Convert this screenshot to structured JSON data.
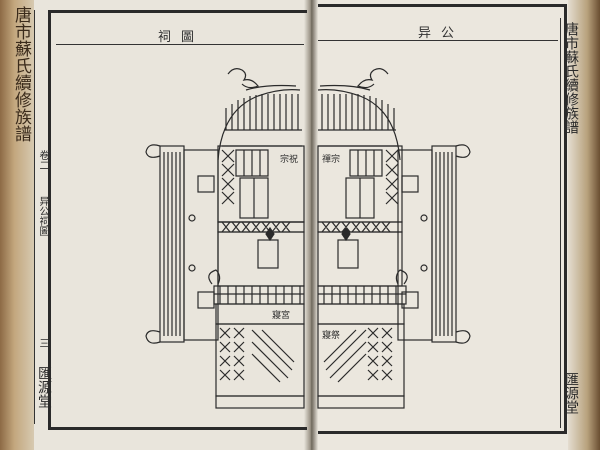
{
  "left_page": {
    "title": "祠圖",
    "margin_title": "唐市蘇氏續修族譜",
    "margin_volume": "卷二",
    "margin_section": "异公祠圖",
    "margin_page": "三",
    "margin_hall": "匯源堂"
  },
  "right_page": {
    "title": "异公",
    "margin_title": "唐市蘇氏續修族譜",
    "margin_hall": "匯源堂"
  },
  "drawing_labels": {
    "left_upper_plaque": "宗祝",
    "right_upper_plaque": "禪宗",
    "left_lower_plaque": "寢宮",
    "right_lower_plaque": "寢祭"
  },
  "ink": {
    "line": "#2b2b2b",
    "paper": "#ebe7de",
    "shadow": "#4a3522"
  }
}
